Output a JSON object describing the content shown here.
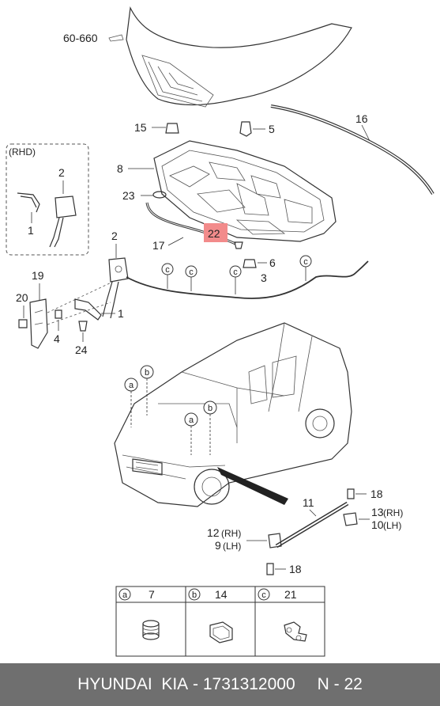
{
  "ref_label": "60-660",
  "callouts": {
    "c15": "15",
    "c5": "5",
    "c16": "16",
    "c8": "8",
    "c23": "23",
    "c17": "17",
    "c22": "22",
    "c6": "6",
    "c3": "3",
    "c2a": "2",
    "c2b": "2",
    "c1a": "1",
    "c1b": "1",
    "c19": "19",
    "c20": "20",
    "c4": "4",
    "c24": "24",
    "c11": "11",
    "c18a": "18",
    "c18b": "18",
    "c13": "13",
    "c13_side": "(RH)",
    "c10": "10",
    "c10_side": "(LH)",
    "c12": "12",
    "c12_side": "(RH)",
    "c9": "9",
    "c9_side": "(LH)"
  },
  "rhd_label": "(RHD)",
  "circle_letters": {
    "a": "a",
    "b": "b",
    "c": "c"
  },
  "highlight_color": "#f28b8b",
  "legend": {
    "a": {
      "letter": "a",
      "part": "7"
    },
    "b": {
      "letter": "b",
      "part": "14"
    },
    "c": {
      "letter": "c",
      "part": "21"
    }
  },
  "footer": {
    "brand": "HYUNDAI  KIA",
    "sep": " - ",
    "part_number": "1731312000",
    "page": "N - 22"
  }
}
